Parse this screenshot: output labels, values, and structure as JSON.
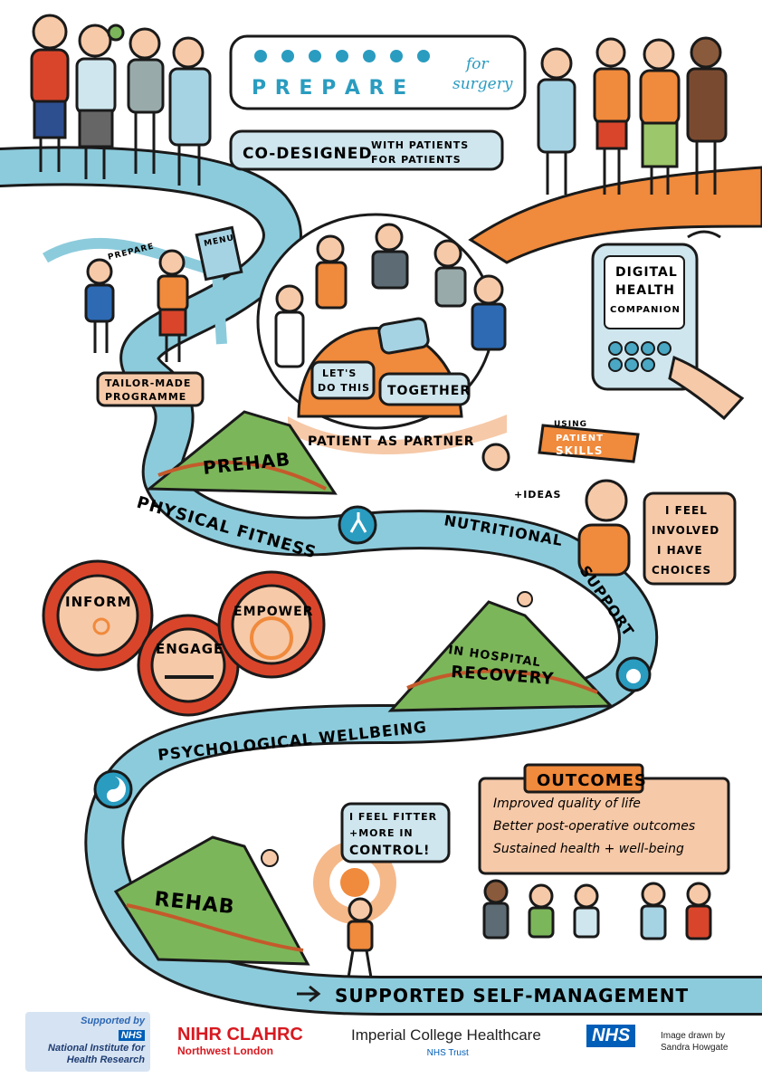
{
  "header": {
    "prepare_letters": "P R E P A R E",
    "for_surgery_1": "for",
    "for_surgery_2": "surgery"
  },
  "codesigned": {
    "main": "CO-DESIGNED",
    "line1": "WITH PATIENTS",
    "line2": "FOR PATIENTS"
  },
  "menu_label": "MENU",
  "banner_text": "PREPARE",
  "tailor": {
    "line1": "TAILOR-MADE",
    "line2": "PROGRAMME"
  },
  "table": {
    "bubble1_l1": "LET'S",
    "bubble1_l2": "DO THIS",
    "bubble2": "TOGETHER"
  },
  "patient_partner": "PATIENT AS PARTNER",
  "digital": {
    "l1": "DIGITAL",
    "l2": "HEALTH",
    "l3": "COMPANION"
  },
  "skills": {
    "l1": "USING",
    "l2": "PATIENT",
    "l3": "SKILLS"
  },
  "ideas": "+IDEAS",
  "involved": {
    "l1": "I FEEL",
    "l2": "INVOLVED",
    "l3": "I HAVE",
    "l4": "CHOICES"
  },
  "prehab": "PREHAB",
  "physical_fitness": "PHYSICAL FITNESS",
  "nutritional": "NUTRITIONAL",
  "support": "SUPPORT",
  "gears": {
    "inform": "INFORM",
    "engage": "ENGAGE",
    "empower": "EMPOWER"
  },
  "recovery": {
    "l1": "IN HOSPITAL",
    "l2": "RECOVERY"
  },
  "psych": "PSYCHOLOGICAL WELLBEING",
  "fitter": {
    "l1": "I FEEL FITTER",
    "l2": "+MORE IN",
    "l3": "CONTROL!"
  },
  "rehab": "REHAB",
  "outcomes": {
    "title": "OUTCOMES",
    "items": [
      "Improved quality of life",
      "Better post-operative outcomes",
      "Sustained health + well-being"
    ]
  },
  "self_management": "SUPPORTED SELF-MANAGEMENT",
  "footer": {
    "supported_by": "Supported by",
    "nhs_logo": "NHS",
    "institute_l1": "National Institute for",
    "institute_l2": "Health Research",
    "clahrc": "NIHR CLAHRC",
    "clahrc_sub": "Northwest London",
    "imperial": "Imperial College Healthcare",
    "imperial_sub": "NHS Trust",
    "nhs_big": "NHS",
    "credit_l1": "Image drawn by",
    "credit_l2": "Sandra Howgate"
  },
  "colors": {
    "road": "#8ccbdc",
    "road_dark": "#4aa8c4",
    "orange": "#f08a3c",
    "peach": "#f6c9a8",
    "green": "#7cb65a",
    "red_gear": "#d9452b",
    "teal": "#2a9cc0"
  }
}
